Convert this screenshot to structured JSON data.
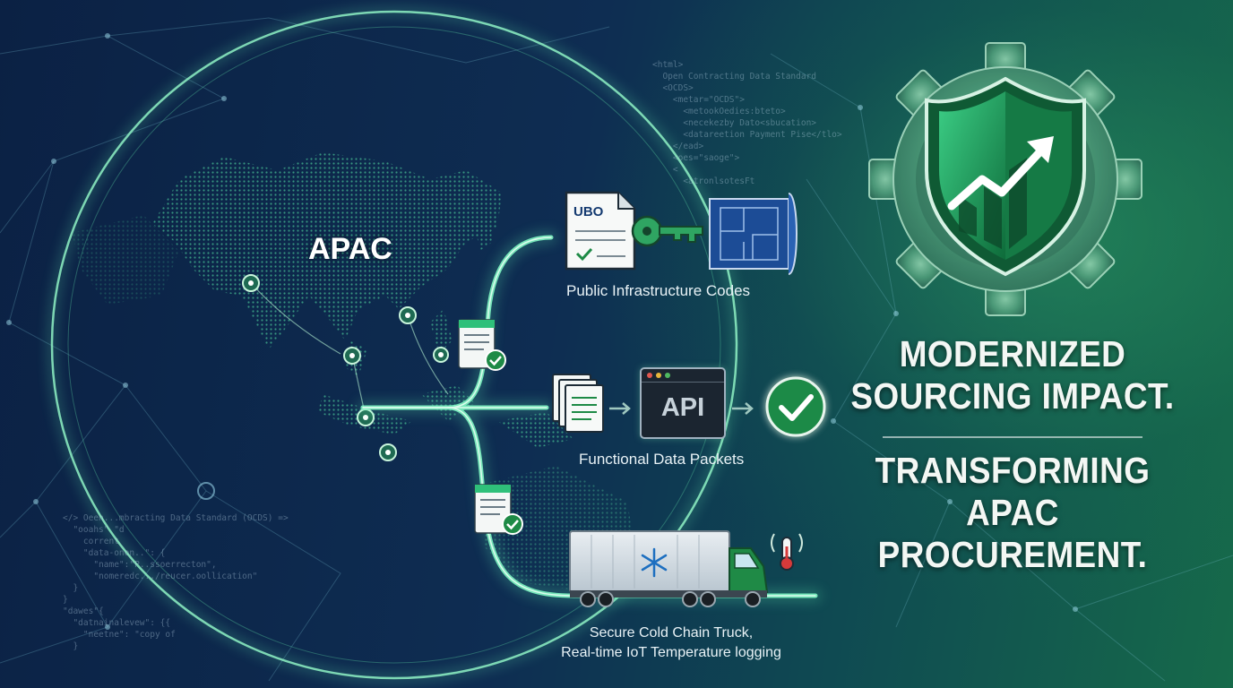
{
  "map": {
    "region_label": "APAC"
  },
  "nodes": {
    "infrastructure": {
      "label": "Public Infrastructure Codes",
      "doc_tag": "UBO"
    },
    "data_packets": {
      "label": "Functional Data Packets",
      "api_label": "API"
    },
    "cold_chain": {
      "label_line1": "Secure Cold Chain Truck,",
      "label_line2": "Real-time IoT Temperature logging"
    }
  },
  "headline": {
    "line1": "Modernized",
    "line2": "Sourcing Impact.",
    "line3": "Transforming",
    "line4": "APAC",
    "line5": "Procurement."
  },
  "code_top": [
    "<html>",
    "  Open Contracting Data Standard",
    "  <OCDS>",
    "    <metar=\"OCDS\">",
    "      <metookOedies:bteto>",
    "      <necekezby Dato<sbucation>",
    "      <datareetion Payment Pise</tlo>",
    "    </ead>",
    "",
    "    <oes=\"saoge\">",
    "    <",
    "      <atronlsotesFt"
  ],
  "code_bottom": [
    "</> Oeen...mbracting Data Standard (OCDS) =>",
    "  \"ooahs\" \"d",
    "    corrent",
    "    \"data-onon..\": {",
    "      \"name\":\"P..ssoerrecton\",",
    "      \"nomeredc.../reucer.oollication\"",
    "  }",
    "}",
    "\"dawes\"{",
    "  \"datnainalevew\": {{",
    "    \"neetne\": \"copy of",
    "  }"
  ],
  "colors": {
    "accent_green": "#2fc07a",
    "check_green": "#1e8a46",
    "glow": "#8ef0c0",
    "doc_blue": "#1c4c96"
  }
}
